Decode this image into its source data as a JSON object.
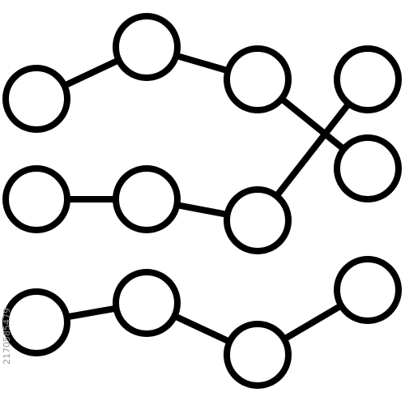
{
  "diagram": {
    "kind": "network-nodes-icon",
    "colors": {
      "stroke": "#000000",
      "fill": "#ffffff",
      "background": "#ffffff",
      "watermark": "#9a9a9a"
    },
    "nodes": [
      {
        "id": "n1"
      },
      {
        "id": "n2"
      },
      {
        "id": "n3"
      },
      {
        "id": "n4"
      },
      {
        "id": "n5"
      },
      {
        "id": "n6"
      },
      {
        "id": "n7"
      },
      {
        "id": "n8"
      },
      {
        "id": "n9"
      },
      {
        "id": "n10"
      },
      {
        "id": "n11"
      },
      {
        "id": "n12"
      }
    ],
    "edges": [
      {
        "from": "n1",
        "to": "n2"
      },
      {
        "from": "n2",
        "to": "n3"
      },
      {
        "from": "n3",
        "to": "n5"
      },
      {
        "from": "n6",
        "to": "n7"
      },
      {
        "from": "n7",
        "to": "n8"
      },
      {
        "from": "n8",
        "to": "n4"
      },
      {
        "from": "n9",
        "to": "n10"
      },
      {
        "from": "n10",
        "to": "n11"
      },
      {
        "from": "n11",
        "to": "n12"
      }
    ]
  },
  "watermark": {
    "text": "2170585479"
  }
}
